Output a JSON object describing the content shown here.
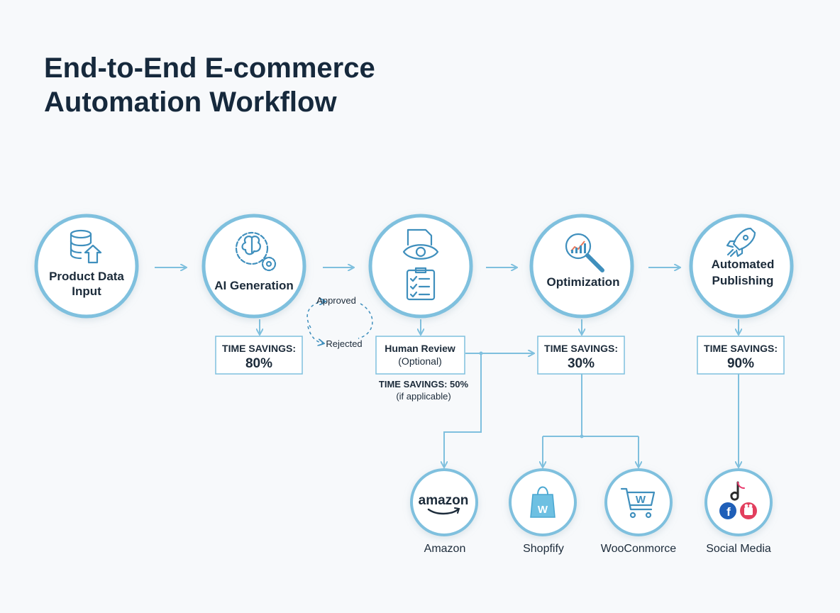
{
  "title": {
    "line1": "End-to-End E-commerce",
    "line2": "Automation Workflow"
  },
  "steps": [
    {
      "label_lines": [
        "Product Data",
        "Input"
      ],
      "icon": "database-upload-icon"
    },
    {
      "label_lines": [
        "AI Generation"
      ],
      "icon": "brain-gear-icon"
    },
    {
      "label_lines": [],
      "icon": "eye-checklist-icon"
    },
    {
      "label_lines": [
        "Optimization"
      ],
      "icon": "magnifier-chart-icon"
    },
    {
      "label_lines": [
        "Automated",
        "Publishing"
      ],
      "icon": "rocket-icon"
    }
  ],
  "savings_boxes": [
    {
      "label": "TIME SAVINGS:",
      "value": "80%"
    },
    {
      "label": "TIME SAVINGS:",
      "value": "30%"
    },
    {
      "label": "TIME SAVINGS:",
      "value": "90%"
    }
  ],
  "review_box": {
    "line1": "Human Review",
    "line2": "(Optional)",
    "note1": "TIME SAVINGS: 50%",
    "note2": "(if applicable)"
  },
  "decision": {
    "approved": "Approved",
    "rejected": "Rejected"
  },
  "platforms": [
    {
      "name": "Amazon",
      "icon": "amazon-logo-icon",
      "logo_text": "amazon"
    },
    {
      "name": "Shopfify",
      "icon": "shopping-bag-icon",
      "logo_text": "W"
    },
    {
      "name": "WooConmorce",
      "icon": "shopping-cart-icon",
      "logo_text": "W"
    },
    {
      "name": "Social Media",
      "icon": "social-media-icon",
      "logo_text": "f"
    }
  ],
  "colors": {
    "background": "#f7f9fb",
    "node_stroke": "#7fc0de",
    "icon": "#3f8fbd",
    "text": "#1c2b3a"
  }
}
